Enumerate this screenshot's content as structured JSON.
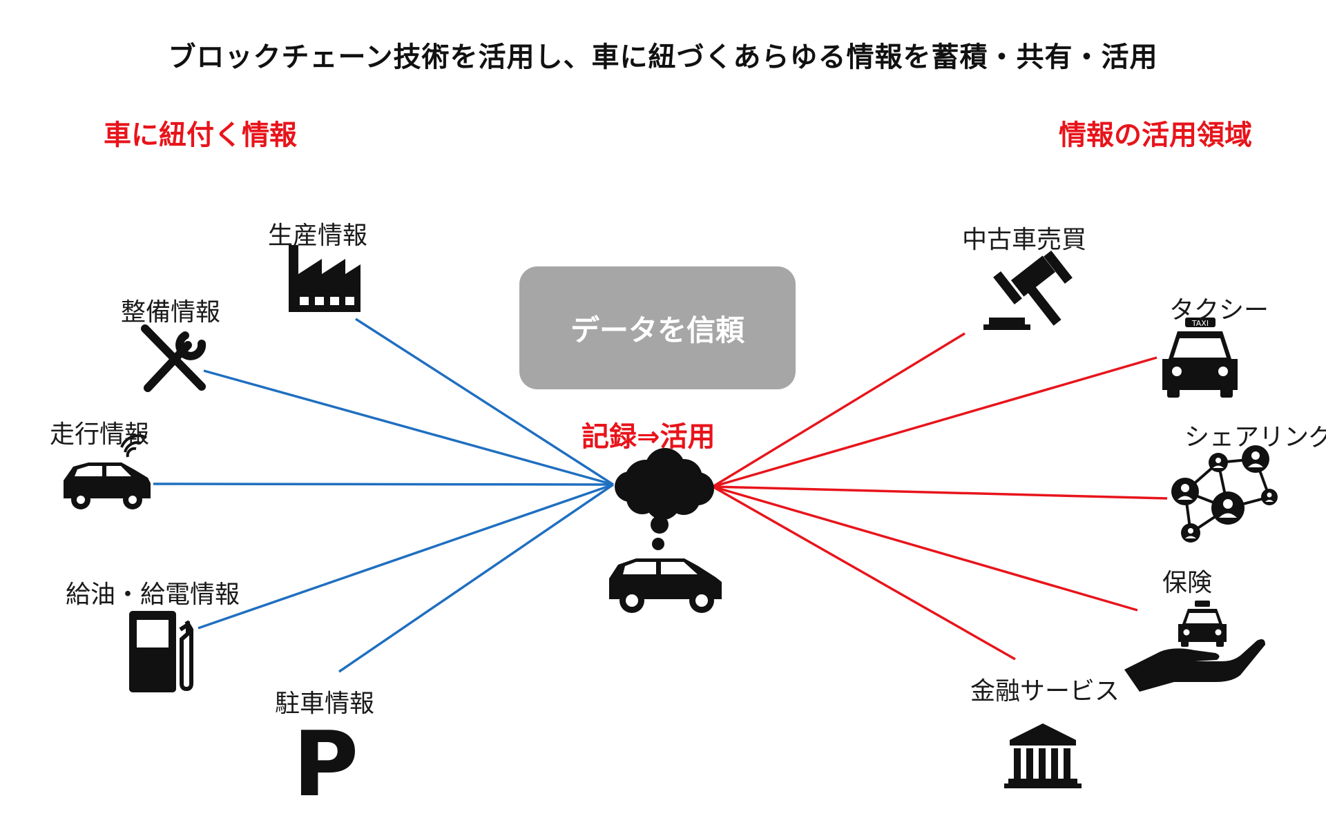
{
  "title": "ブロックチェーン技術を活用し、車に紐づくあらゆる情報を蓄積・共有・活用",
  "left_heading": "車に紐付く情報",
  "right_heading": "情報の活用領域",
  "center": {
    "box_text": "データを信頼",
    "label": "記録⇒活用"
  },
  "left_items": [
    {
      "label": "生産情報",
      "icon": "factory-icon"
    },
    {
      "label": "整備情報",
      "icon": "wrench-screwdriver-icon"
    },
    {
      "label": "走行情報",
      "icon": "connected-car-icon"
    },
    {
      "label": "給油・給電情報",
      "icon": "fuel-pump-icon"
    },
    {
      "label": "駐車情報",
      "icon": "parking-icon",
      "glyph": "P"
    }
  ],
  "right_items": [
    {
      "label": "中古車売買",
      "icon": "auction-gavel-icon"
    },
    {
      "label": "タクシー",
      "icon": "taxi-icon",
      "badge": "TAXI"
    },
    {
      "label": "シェアリング",
      "icon": "sharing-network-icon"
    },
    {
      "label": "保険",
      "icon": "insurance-hand-icon"
    },
    {
      "label": "金融サービス",
      "icon": "bank-icon"
    }
  ],
  "colors": {
    "left_lines": "#1f6fc0",
    "right_lines": "#e8141b",
    "accent_text": "#e8141b",
    "center_box": "#a6a6a6",
    "icons": "#111111"
  }
}
